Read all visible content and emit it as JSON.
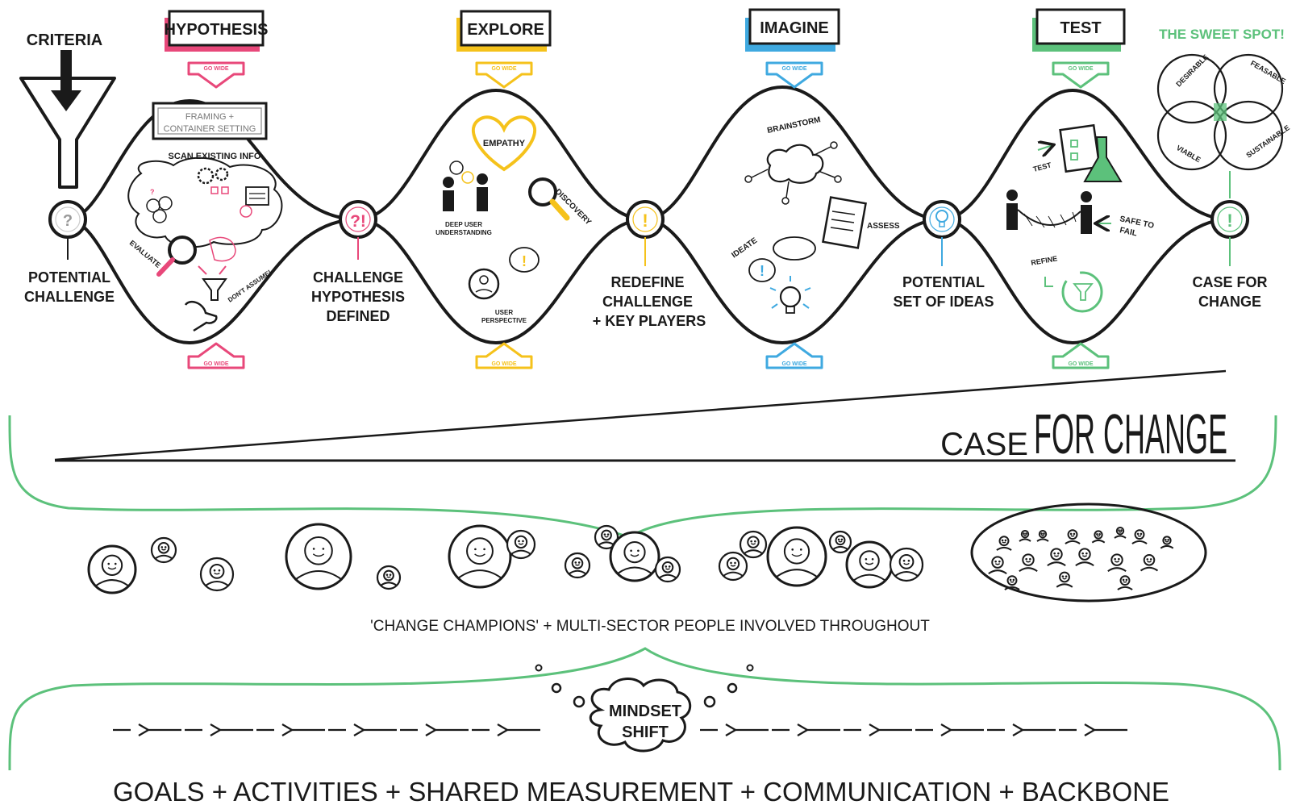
{
  "criteria": "CRITERIA",
  "phases": {
    "hypothesis": "HYPOTHESIS",
    "explore": "EXPLORE",
    "imagine": "IMAGINE",
    "test": "TEST"
  },
  "go_wide": "GO WIDE",
  "sweet_spot": {
    "title": "THE SWEET SPOT!",
    "circles": [
      "DESIRABLE",
      "FEASABLE",
      "VIABLE",
      "SUSTAINABLE"
    ]
  },
  "hypothesis_content": {
    "framing": "FRAMING + CONTAINER SETTING",
    "scan": "SCAN EXISTING INFO",
    "evaluate": "EVALUATE",
    "dont_assume": "DON'T ASSUME!"
  },
  "explore_content": {
    "empathy": "EMPATHY",
    "discovery": "DISCOVERY",
    "deep_user": "DEEP USER UNDERSTANDING",
    "user_perspective": "USER PERSPECTIVE"
  },
  "imagine_content": {
    "brainstorm": "BRAINSTORM",
    "assess": "ASSESS",
    "ideate": "IDEATE"
  },
  "test_content": {
    "test": "TEST",
    "safe_to": "SAFE TO",
    "fail": "FAIL",
    "refine": "REFINE"
  },
  "nodes": {
    "potential_challenge": [
      "POTENTIAL",
      "CHALLENGE"
    ],
    "challenge_hypothesis": [
      "CHALLENGE",
      "HYPOTHESIS",
      "DEFINED"
    ],
    "redefine": [
      "REDEFINE",
      "CHALLENGE",
      "+ KEY PLAYERS"
    ],
    "potential_ideas": [
      "POTENTIAL",
      "SET OF IDEAS"
    ],
    "case_for_change_node": [
      "CASE FOR",
      "CHANGE"
    ],
    "node_marks": [
      "?",
      "?!",
      "!",
      "!"
    ]
  },
  "case_for_change": {
    "small": "CASE",
    "big": "FOR CHANGE"
  },
  "people_caption": "'CHANGE CHAMPIONS' + MULTI-SECTOR  PEOPLE INVOLVED THROUGHOUT",
  "mindset_shift": [
    "MINDSET",
    "SHIFT"
  ],
  "bottom_line": "GOALS  +  ACTIVITIES  +  SHARED MEASUREMENT  +  COMMUNICATION  +  BACKBONE",
  "colors": {
    "hypothesis": "#e8487a",
    "explore": "#f5c21b",
    "imagine": "#3fa9e0",
    "test": "#5cc17b",
    "ink": "#1a1a1a"
  }
}
